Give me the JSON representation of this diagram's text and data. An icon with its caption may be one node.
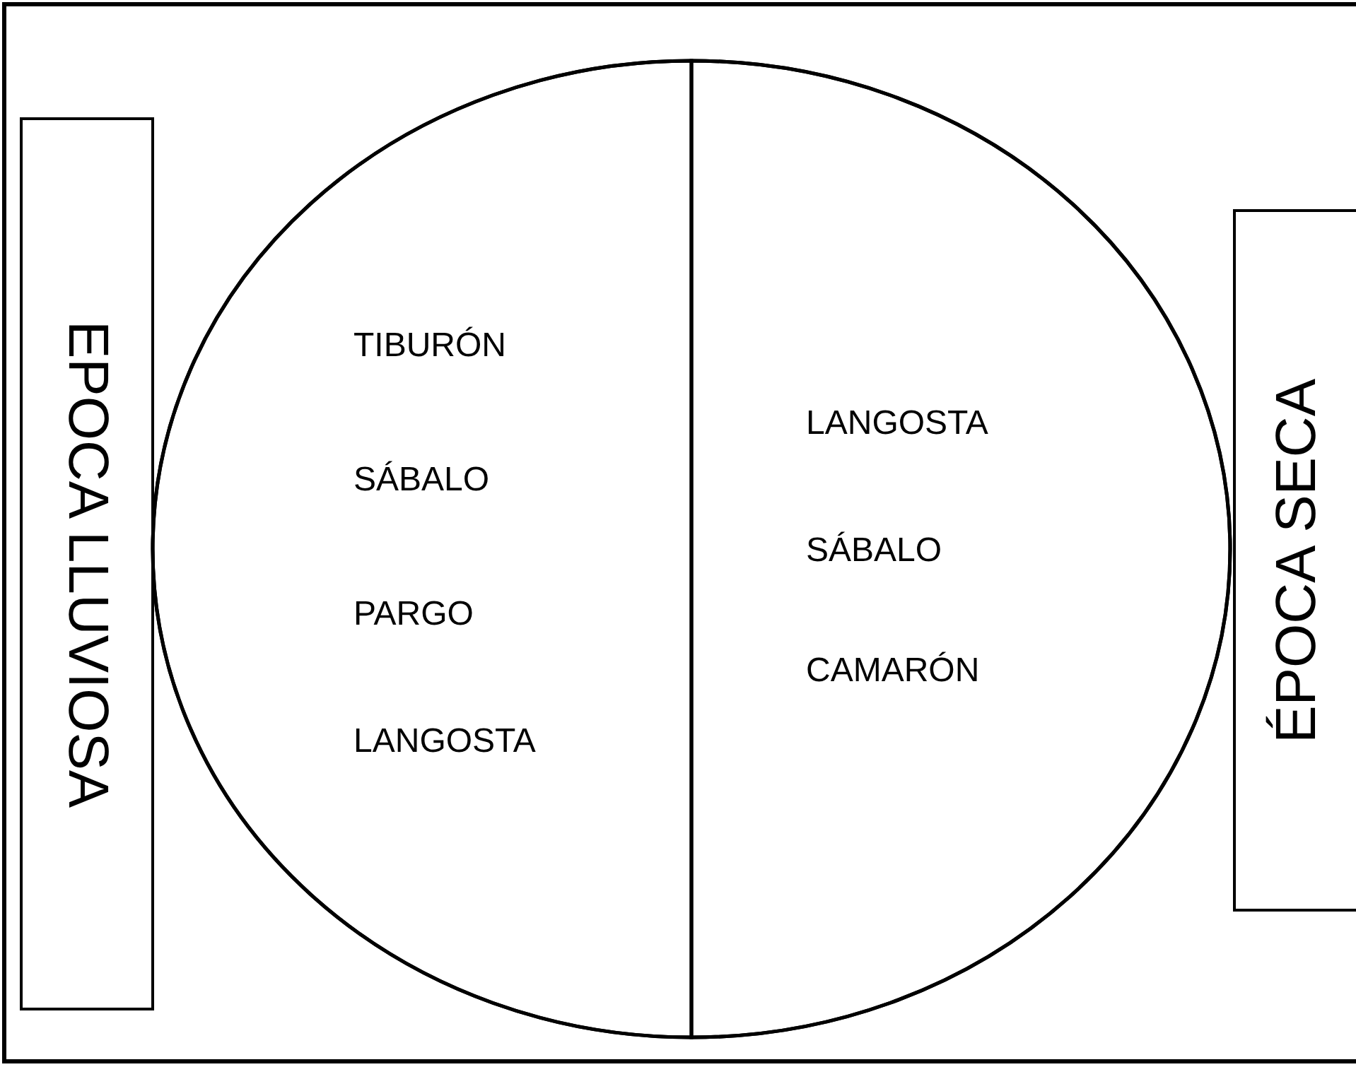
{
  "diagram": {
    "nodes": [
      {
        "text": [
          "EPOCA LLUVIOSA"
        ]
      },
      {
        "text": [],
        "shape": "circle"
      },
      {
        "text": [
          "TIBURÓN",
          "SÁBALO",
          "PARGO",
          "LANGOSTA"
        ],
        "in": 1
      },
      {
        "text": [
          "LANGOSTA",
          "SÁBALO",
          "CAMARÓN"
        ],
        "in": 1
      },
      {
        "text": [
          "ÉPOCA SECA"
        ]
      }
    ]
  }
}
